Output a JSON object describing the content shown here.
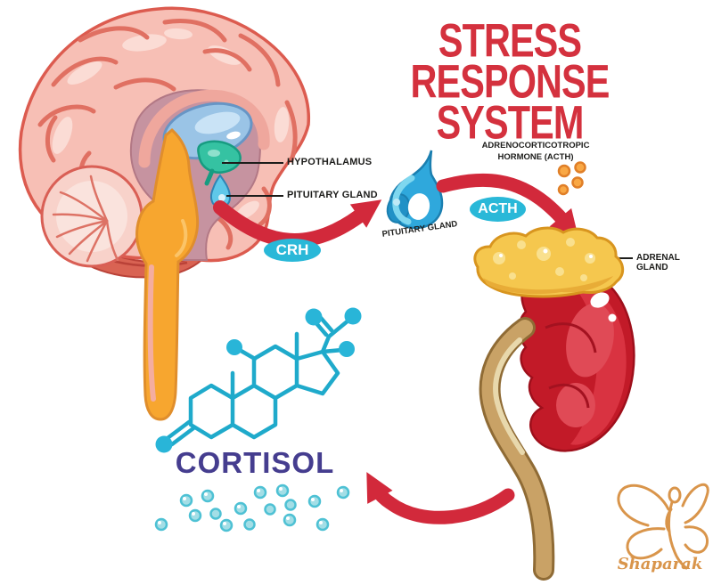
{
  "title": "STRESS RESPONSE SYSTEM",
  "brain": {
    "hypothalamus_label": "HYPOTHALAMUS",
    "pituitary_label": "PITUITARY GLAND"
  },
  "pituitary": {
    "caption": "PITUITARY GLAND"
  },
  "hormones": {
    "crh": "CRH",
    "acth": "ACTH",
    "acth_full": "ADRENOCORTICOTROPIC HORMONE (ACTH)"
  },
  "adrenal": {
    "label": "ADRENAL GLAND"
  },
  "cortisol": {
    "label": "CORTISOL"
  },
  "watermark": {
    "brand": "Shaparak"
  },
  "icons": {
    "brain": "brain-illustration",
    "pituitary_gland": "pituitary-gland-icon",
    "kidney_adrenal": "kidney-adrenal-illustration",
    "cortisol_molecule": "cortisol-molecule-icon",
    "hormone_dots": "acth-hormone-dots",
    "cortisol_bubbles": "cortisol-bubbles",
    "butterfly": "butterfly-logo-icon"
  },
  "colors": {
    "title_red": "#d4313e",
    "arrow_red": "#d2293b",
    "pill_cyan": "#29b8d8",
    "molecule_cyan": "#1faacb",
    "cortisol_purple": "#453d8f",
    "hormone_dot_orange": "#f59b3c",
    "label_black": "#1d1d1b",
    "logo_orange": "#d9954b"
  }
}
